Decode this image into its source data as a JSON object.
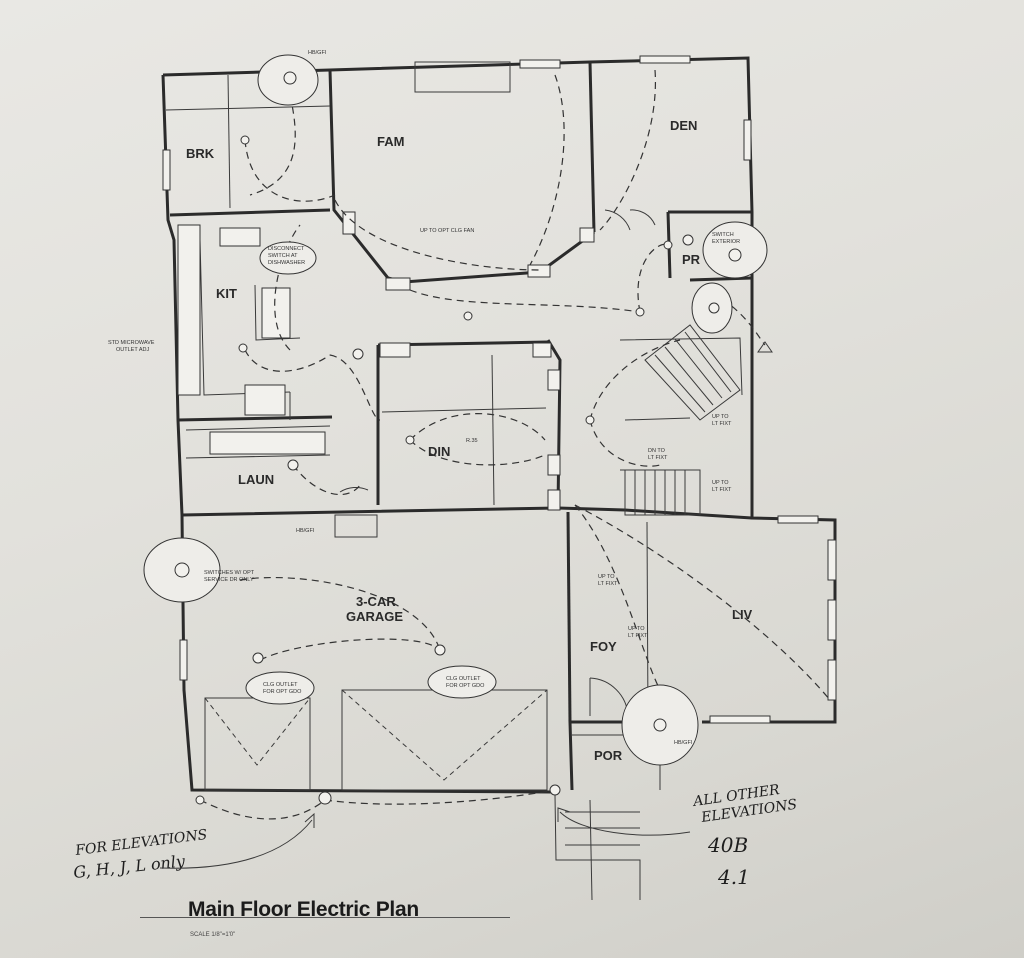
{
  "title": "Main Floor Electric Plan",
  "scale_note": "SCALE 1/8\"=1'0\"",
  "rooms": {
    "brk": "BRK",
    "fam": "FAM",
    "den": "DEN",
    "kit": "KIT",
    "pr": "PR",
    "laun": "LAUN",
    "din": "DIN",
    "garage_line1": "3-CAR",
    "garage_line2": "GARAGE",
    "foy": "FOY",
    "liv": "LIV",
    "por": "POR"
  },
  "notes": {
    "fam_fan": "UP TO OPT CLG FAN",
    "disconnect_1": "DISCONNECT",
    "disconnect_2": "SWITCH AT",
    "disconnect_3": "DISHWASHER",
    "microwave_1": "STD MICROWAVE",
    "microwave_2": "OUTLET ADJ",
    "pr_exterior_1": "SWITCH",
    "pr_exterior_2": "EXTERIOR",
    "garage_switch_1": "SWITCHES W/ OPT",
    "garage_switch_2": "SERVICE DR ONLY",
    "stair_up_1": "UP TO",
    "stair_up_2": "LT FIXT",
    "din_lt_1": "DN TO",
    "din_lt_2": "LT FIXT",
    "stair_up_b1": "UP TO",
    "stair_up_b2": "LT FIXT",
    "foy_up_1": "UP TO",
    "foy_up_2": "LT FIXT",
    "foy_up_b1": "UP TO",
    "foy_up_b2": "LT FIXT",
    "clg_outlet_a1": "CLG OUTLET",
    "clg_outlet_a2": "FOR OPT GDO",
    "clg_outlet_b1": "CLG OUTLET",
    "clg_outlet_b2": "FOR OPT GDO",
    "hb_1": "HB/GFI",
    "hb_2": "HB/GFI",
    "hb_3": "HB/GFI",
    "din_label": "R.35"
  },
  "handwritten": {
    "left_line1": "FOR ELEVATIONS",
    "left_line2": "G, H, J, L only",
    "right_line1": "ALL OTHER",
    "right_line2": "ELEVATIONS",
    "code_line1": "40B",
    "code_line2": "4.1"
  }
}
